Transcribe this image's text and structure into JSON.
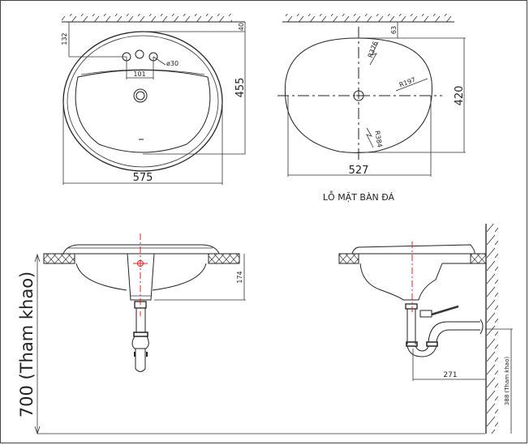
{
  "title": "LỖ MẶT BÀN ĐÁ",
  "top_view": {
    "width_label": "575",
    "height_label": "455",
    "wall_offset_label": "40",
    "tap_hole_offset_label": "132",
    "tap_hole_spacing_label": "101",
    "tap_hole_diameter_label": "ø30"
  },
  "cutout_view": {
    "width_label": "527",
    "height_label": "420",
    "wall_offset_label": "63",
    "radius_top_label": "R376",
    "radius_side_label": "R197",
    "radius_bottom_label": "R384"
  },
  "front_section": {
    "depth_label": "174",
    "install_height_label": "700 (Tham khao)"
  },
  "side_section": {
    "drain_offset_label": "271",
    "drain_height_label": "388 (Tham khao)"
  },
  "colors": {
    "line": "#222222",
    "centerline_red": "#e02020",
    "background": "#ffffff"
  }
}
